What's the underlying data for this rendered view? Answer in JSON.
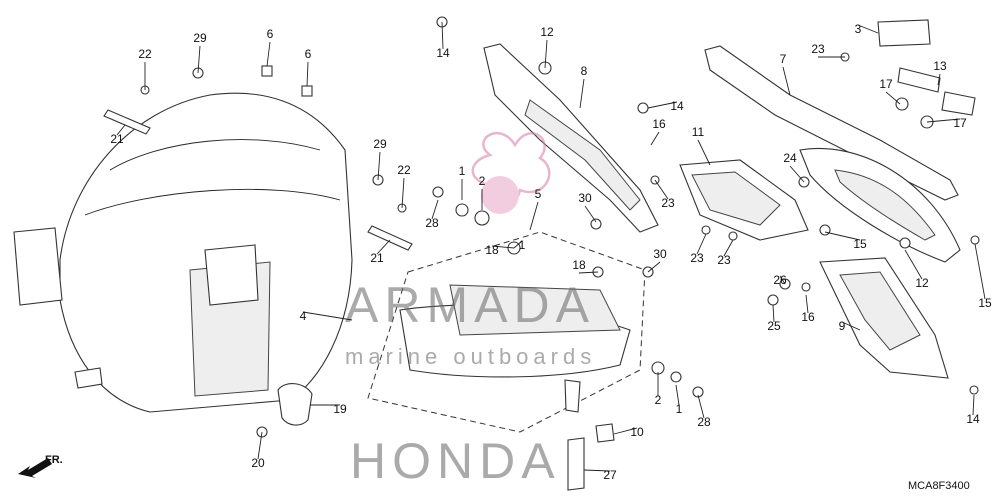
{
  "diagram_code": "MCA8F3400",
  "front_label": "FR.",
  "watermark": {
    "brand": "ARMADA",
    "tagline": "marine outboards",
    "maker": "HONDA"
  },
  "callouts": [
    {
      "label": "22"
    },
    {
      "label": "29"
    },
    {
      "label": "6"
    },
    {
      "label": "6"
    },
    {
      "label": "21"
    },
    {
      "label": "29"
    },
    {
      "label": "22"
    },
    {
      "label": "21"
    },
    {
      "label": "4"
    },
    {
      "label": "19"
    },
    {
      "label": "20"
    },
    {
      "label": "14"
    },
    {
      "label": "12"
    },
    {
      "label": "8"
    },
    {
      "label": "14"
    },
    {
      "label": "16"
    },
    {
      "label": "23"
    },
    {
      "label": "1"
    },
    {
      "label": "2"
    },
    {
      "label": "28"
    },
    {
      "label": "5"
    },
    {
      "label": "30"
    },
    {
      "label": "18"
    },
    {
      "label": "1"
    },
    {
      "label": "18"
    },
    {
      "label": "30"
    },
    {
      "label": "2"
    },
    {
      "label": "1"
    },
    {
      "label": "28"
    },
    {
      "label": "10"
    },
    {
      "label": "27"
    },
    {
      "label": "3"
    },
    {
      "label": "23"
    },
    {
      "label": "7"
    },
    {
      "label": "13"
    },
    {
      "label": "17"
    },
    {
      "label": "17"
    },
    {
      "label": "11"
    },
    {
      "label": "24"
    },
    {
      "label": "23"
    },
    {
      "label": "23"
    },
    {
      "label": "15"
    },
    {
      "label": "15"
    },
    {
      "label": "26"
    },
    {
      "label": "12"
    },
    {
      "label": "25"
    },
    {
      "label": "16"
    },
    {
      "label": "9"
    },
    {
      "label": "14"
    }
  ]
}
